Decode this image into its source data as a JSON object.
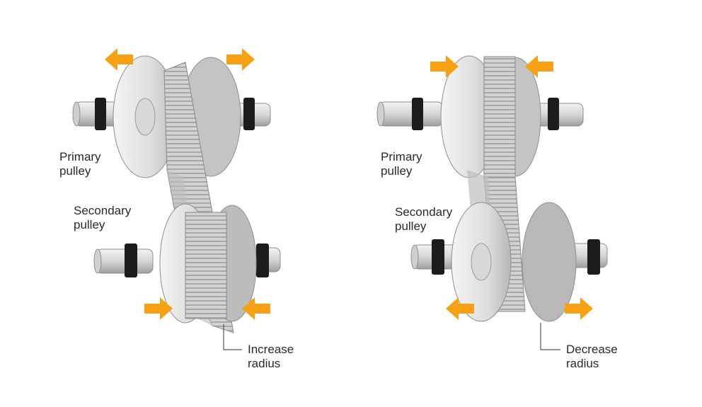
{
  "diagrams": [
    {
      "id": "left",
      "primary_label": [
        "Primary",
        "pulley"
      ],
      "secondary_label": [
        "Secondary",
        "pulley"
      ],
      "callout": [
        "Increase",
        "radius"
      ]
    },
    {
      "id": "right",
      "primary_label": [
        "Primary",
        "pulley"
      ],
      "secondary_label": [
        "Secondary",
        "pulley"
      ],
      "callout": [
        "Decrease",
        "radius"
      ]
    }
  ],
  "colors": {
    "arrow": "#f5a113",
    "pulley_face": "#e4e4e4",
    "pulley_edge": "#9a9a9a",
    "belt": "#c9c9c9",
    "shaft_ring": "#1c1c1c"
  },
  "icons": [
    "arrow-left-icon",
    "arrow-right-icon"
  ]
}
